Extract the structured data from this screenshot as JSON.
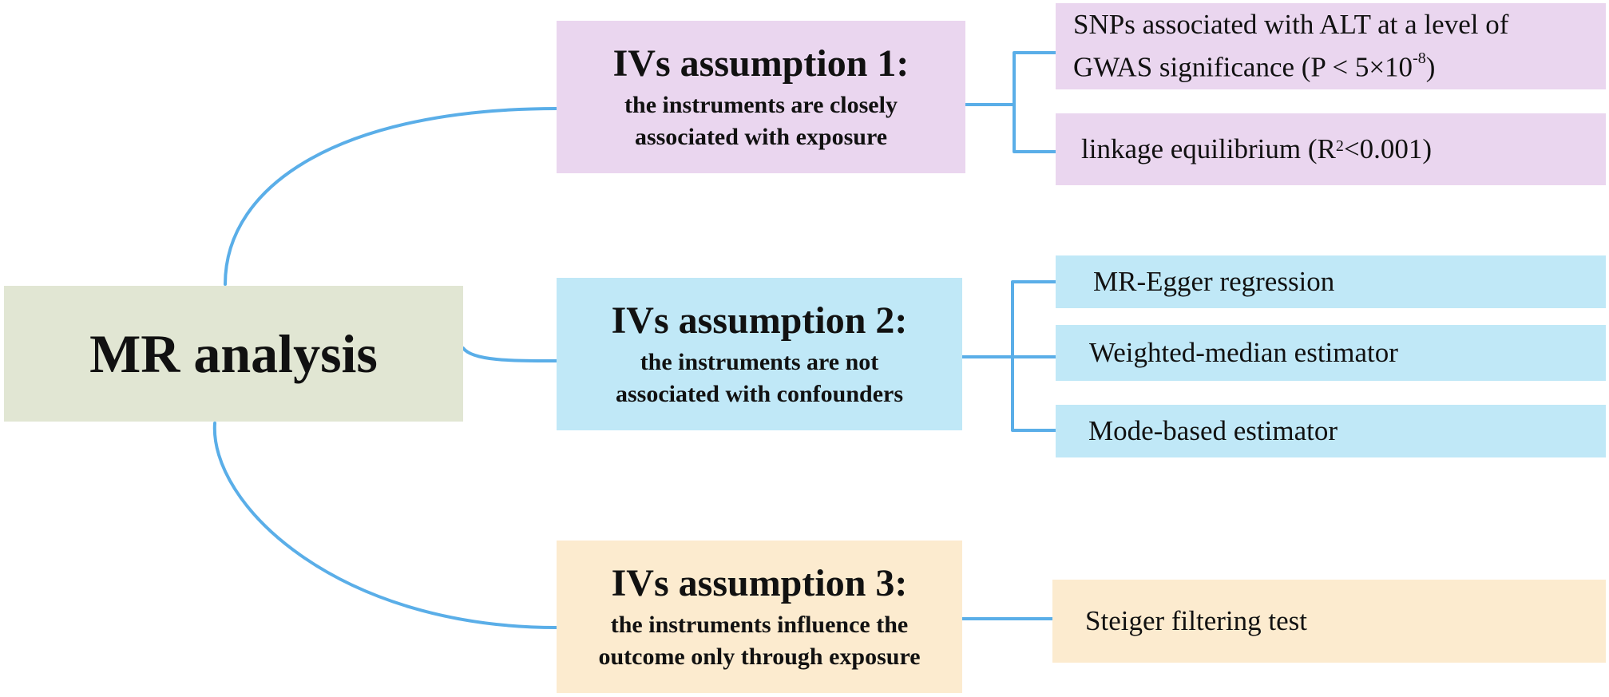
{
  "root": {
    "label": "MR analysis"
  },
  "assumptions": [
    {
      "title": "IVs assumption 1:",
      "desc_line1": "the instruments are closely",
      "desc_line2": "associated with exposure",
      "leaves": [
        {
          "line1": "SNPs associated with ALT at a level of",
          "line2_prefix": "GWAS significance (P < 5×10",
          "line2_sup": "-8",
          "line2_suffix": ")"
        },
        {
          "prefix": "linkage equilibrium (R",
          "sup": "2",
          "suffix": "<0.001)"
        }
      ]
    },
    {
      "title": "IVs assumption 2:",
      "desc_line1": "the instruments are not",
      "desc_line2": "associated with confounders",
      "leaves": [
        {
          "text": "MR-Egger regression"
        },
        {
          "text": "Weighted-median estimator"
        },
        {
          "text": "Mode-based estimator"
        }
      ]
    },
    {
      "title": "IVs assumption 3:",
      "desc_line1": "the instruments influence the",
      "desc_line2": "outcome only through exposure",
      "leaves": [
        {
          "text": "Steiger filtering test"
        }
      ]
    }
  ],
  "colors": {
    "root_fill": "#e1e6d3",
    "assumption1_fill": "#ead6ef",
    "assumption2_fill": "#c0e8f7",
    "assumption3_fill": "#fcebcf",
    "connector": "#5aaee8"
  }
}
